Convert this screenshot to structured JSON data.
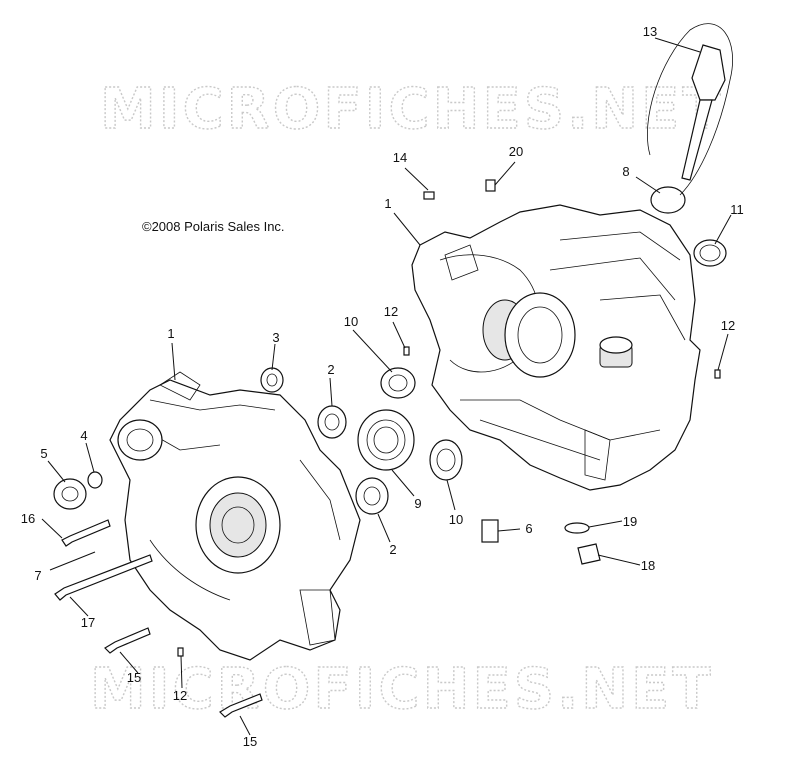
{
  "watermark": {
    "top": "MICROFICHES.NET",
    "bottom": "MICROFICHES.NET"
  },
  "copyright": "©2008 Polaris Sales Inc.",
  "callouts": [
    "13",
    "20",
    "14",
    "8",
    "11",
    "1",
    "12",
    "10",
    "12",
    "1",
    "3",
    "2",
    "4",
    "5",
    "10",
    "9",
    "6",
    "19",
    "16",
    "7",
    "2",
    "18",
    "17",
    "15",
    "12",
    "15"
  ]
}
